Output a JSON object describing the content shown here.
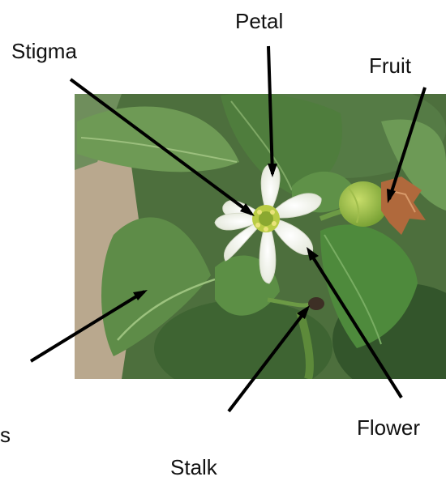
{
  "labels": {
    "petal": "Petal",
    "stigma": "Stigma",
    "fruit": "Fruit",
    "leaves": "s",
    "flower": "Flower",
    "stalk": "Stalk"
  },
  "photo": {
    "subject": "white pepper flower with green leaves and small green fruit",
    "colors": {
      "leaf_dark": "#3f6a33",
      "leaf_light": "#6f9a55",
      "petal": "#f6f7f0",
      "center": "#b9cc45",
      "dried_calyx": "#b06c3e",
      "soil": "#b7a58c"
    }
  }
}
